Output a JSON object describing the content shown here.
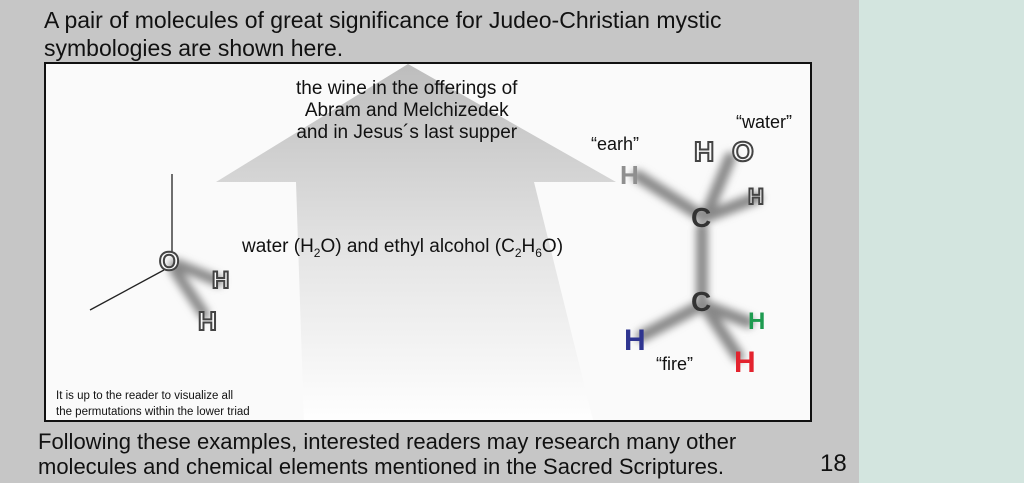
{
  "intro_text": "A pair of molecules of great significance for Judeo-Christian mystic symbologies are shown here.",
  "wine_line1": "the wine in the offerings of",
  "wine_line2": "Abram and Melchizedek",
  "wine_line3": "and in Jesus´s last supper",
  "caption": {
    "p1": "water (H",
    "s1": "2",
    "p2": "O) and ethyl alcohol (C",
    "s2": "2",
    "p3": "H",
    "s3": "6",
    "p4": "O)"
  },
  "labels": {
    "earth": "“earh”",
    "water": "“water”",
    "fire": "“fire”"
  },
  "atoms": {
    "O": "O",
    "H": "H",
    "C": "C"
  },
  "note_line1": "It is up to the reader to visualize all",
  "note_line2": "the permutations within the lower triad",
  "outro_text": "Following these examples, interested readers may research many other molecules and chemical elements mentioned in the Sacred Scriptures.",
  "page_number": "18",
  "colors": {
    "hydrogen_blue": "#2f3590",
    "hydrogen_green": "#1e9b50",
    "hydrogen_red": "#e3232e",
    "hydrogen_gray": "#8f8f8f",
    "side_panel": "#d3e5df"
  }
}
